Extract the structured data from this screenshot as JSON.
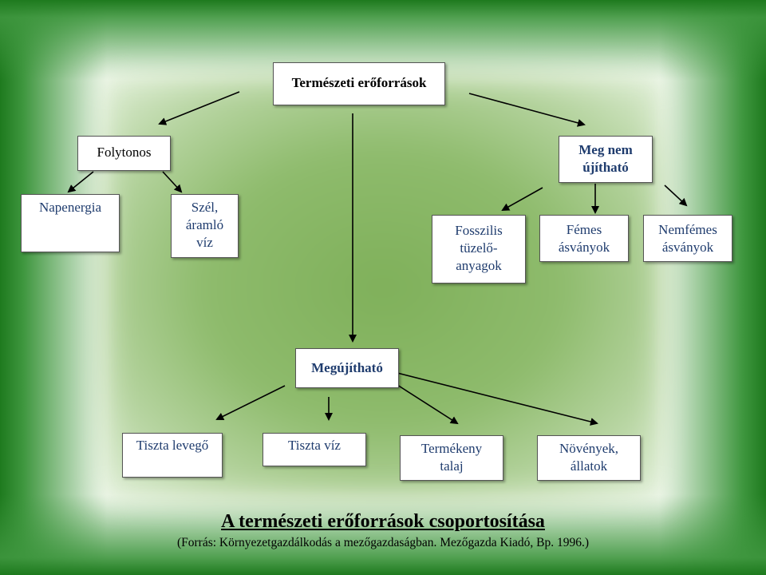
{
  "diagram": {
    "root": "Természeti erőforrások",
    "continuous": "Folytonos",
    "non_renewable": "Meg nem\nújítható",
    "solar": "Napenergia",
    "wind_water": "Szél,\náramló\nvíz",
    "fossil": "Fosszilis\ntüzelő-\nanyagok",
    "metallic": "Fémes\násványok",
    "nonmetallic": "Nemfémes\násványok",
    "renewable": "Megújítható",
    "clean_air": "Tiszta levegő",
    "clean_water": "Tiszta víz",
    "fertile_soil": "Termékeny\ntalaj",
    "plants_animals": "Növények,\nállatok"
  },
  "caption": {
    "title": "A természeti erőforrások csoportosítása",
    "source": "(Forrás: Környezetgazdálkodás a mezőgazdaságban. Mezőgazda Kiadó, Bp. 1996.)"
  }
}
